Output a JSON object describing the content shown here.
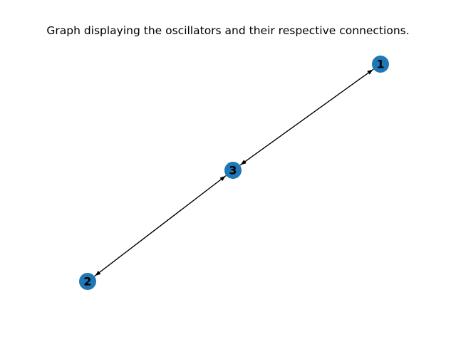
{
  "title": "Graph displaying the oscillators and their respective connections.",
  "graph": {
    "node_color": "#1f77b4",
    "edge_color": "#000000",
    "directed": true,
    "nodes": [
      {
        "id": "1",
        "label": "1"
      },
      {
        "id": "2",
        "label": "2"
      },
      {
        "id": "3",
        "label": "3"
      }
    ],
    "edges": [
      {
        "from": "1",
        "to": "3"
      },
      {
        "from": "3",
        "to": "1"
      },
      {
        "from": "2",
        "to": "3"
      },
      {
        "from": "3",
        "to": "2"
      }
    ]
  }
}
